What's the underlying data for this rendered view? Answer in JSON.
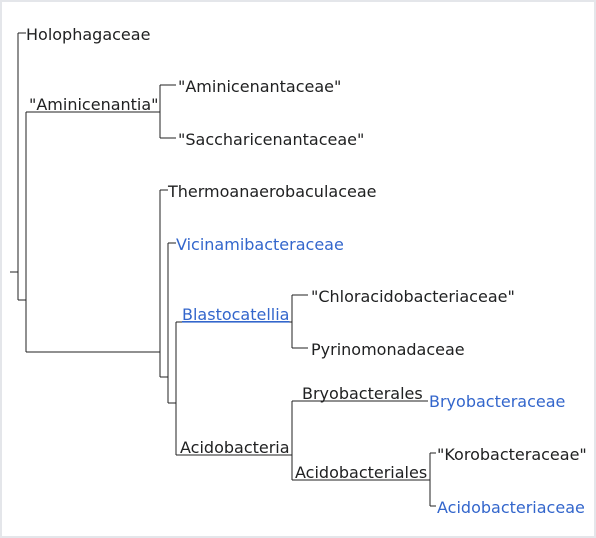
{
  "cladogram": {
    "taxa": {
      "holophagaceae": "Holophagaceae",
      "aminicenantia": "\"Aminicenantia\"",
      "aminicenantaceae": "\"Aminicenantaceae\"",
      "saccharicenantaceae": "\"Saccharicenantaceae\"",
      "thermoanaerobaculaceae": "Thermoanaerobaculaceae",
      "vicinamibacteraceae": "Vicinamibacteraceae",
      "blastocatellia": "Blastocatellia",
      "chloracidobacteriaceae": "\"Chloracidobacteriaceae\"",
      "pyrinomonadaceae": "Pyrinomonadaceae",
      "acidobacteria": "Acidobacteria",
      "bryobacterales": "Bryobacterales",
      "bryobacteraceae": "Bryobacteraceae",
      "acidobacteriales": "Acidobacteriales",
      "korobacteraceae": "\"Korobacteraceae\"",
      "acidobacteriaceae": "Acidobacteriaceae"
    },
    "colors": {
      "text": "#202122",
      "link": "#3366cc",
      "border": "#e4e6ea"
    }
  }
}
